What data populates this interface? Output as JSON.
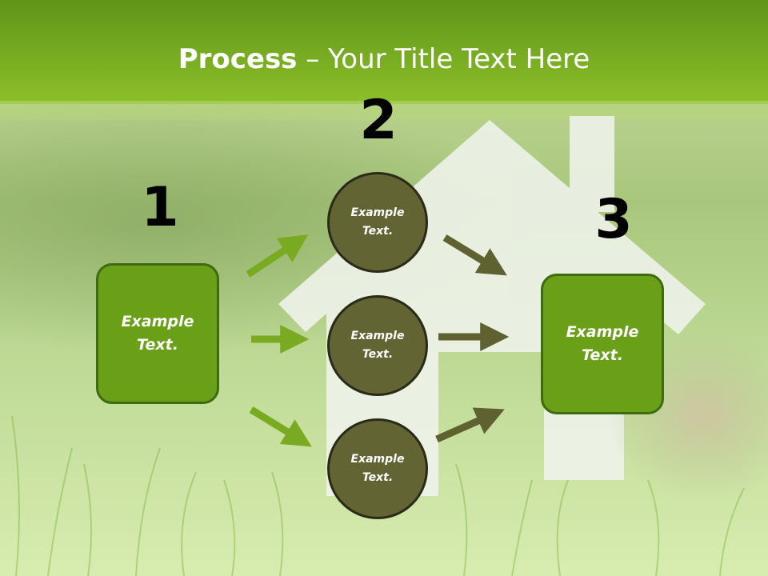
{
  "slide": {
    "title_bold": "Process",
    "title_rest": " – Your Title Text Here",
    "colors": {
      "accent_green": "#6aa018",
      "circle_olive": "#626434",
      "arrow_green": "#7aaa22",
      "arrow_olive": "#5f6131"
    }
  },
  "steps": {
    "one": "1",
    "two": "2",
    "three": "3"
  },
  "nodes": {
    "left_box": "Example Text.",
    "circle_top": "Example Text.",
    "circle_middle": "Example Text.",
    "circle_bottom": "Example Text.",
    "right_box": "Example Text."
  }
}
